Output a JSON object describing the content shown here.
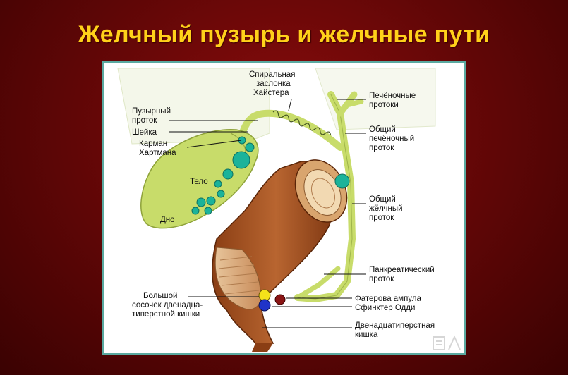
{
  "title": "Желчный пузырь и желчные пути",
  "labels": {
    "spiral_valve": [
      "Спиральная",
      "заслонка",
      "Хайстера"
    ],
    "cystic_duct": [
      "Пузырный",
      "проток"
    ],
    "neck": [
      "Шейка"
    ],
    "hartmann_pouch": [
      "Карман",
      "Хартмана"
    ],
    "body": [
      "Тело"
    ],
    "fundus": [
      "Дно"
    ],
    "hepatic_ducts": [
      "Печёночные",
      "протоки"
    ],
    "common_hepatic_duct": [
      "Общий",
      "печёночный",
      "проток"
    ],
    "common_bile_duct": [
      "Общий",
      "жёлчный",
      "проток"
    ],
    "pancreatic_duct": [
      "Панкреатический",
      "проток"
    ],
    "vater_ampulla": [
      "Фатерова ампула"
    ],
    "oddi_sphincter": [
      "Сфинктер Одди"
    ],
    "major_papilla": [
      "Большой",
      "сосочек двенадцa-",
      "типерстной кишки"
    ],
    "duodenum": [
      "Двенадцатиперстная",
      "кишка"
    ]
  },
  "colors": {
    "title": "#ffd11a",
    "background": "#5e0606",
    "panel_border": "#5aa9a0",
    "gallbladder": "#c8dc6a",
    "stone": "#1bb39a",
    "duodenum": "#a8582a",
    "ampulla_yellow": "#f4e21a",
    "sphincter_blue": "#2033c8",
    "papilla_red": "#8a1414"
  }
}
